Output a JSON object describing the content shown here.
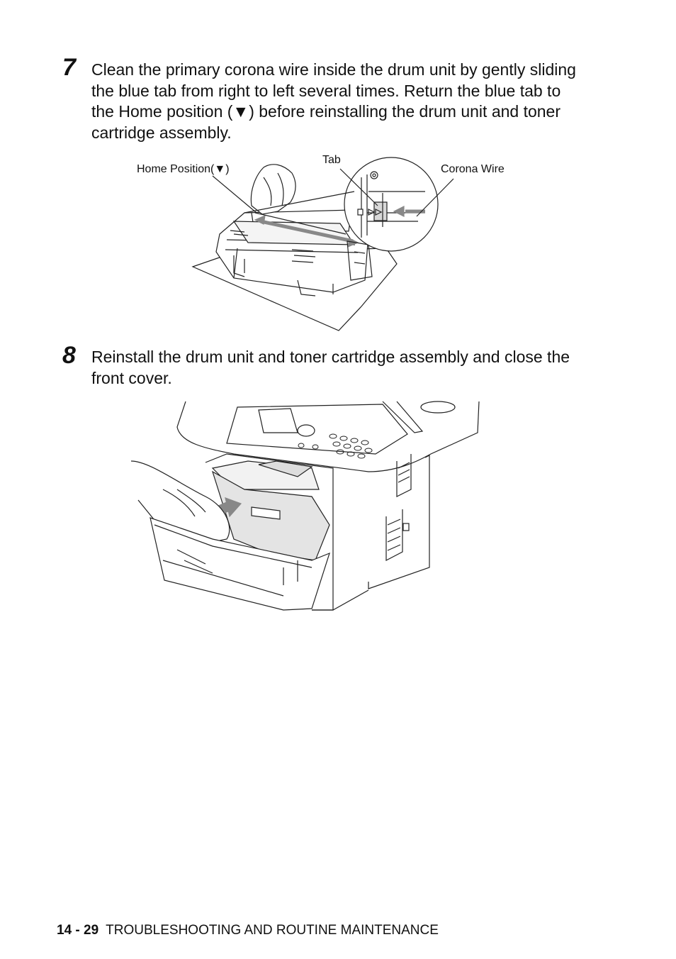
{
  "steps": [
    {
      "number": "7",
      "text": "Clean the primary corona wire inside the drum unit by gently sliding the blue tab from right to left several times. Return the blue tab to the Home position (▼) before reinstalling the drum unit and toner cartridge assembly."
    },
    {
      "number": "8",
      "text": "Reinstall the drum unit and toner cartridge assembly and close the front cover."
    }
  ],
  "figure1": {
    "callout_home": "Home Position(▼)",
    "callout_tab": "Tab",
    "callout_wire": "Corona Wire"
  },
  "footer": {
    "page": "14 - 29",
    "section": "TROUBLESHOOTING AND ROUTINE MAINTENANCE"
  }
}
